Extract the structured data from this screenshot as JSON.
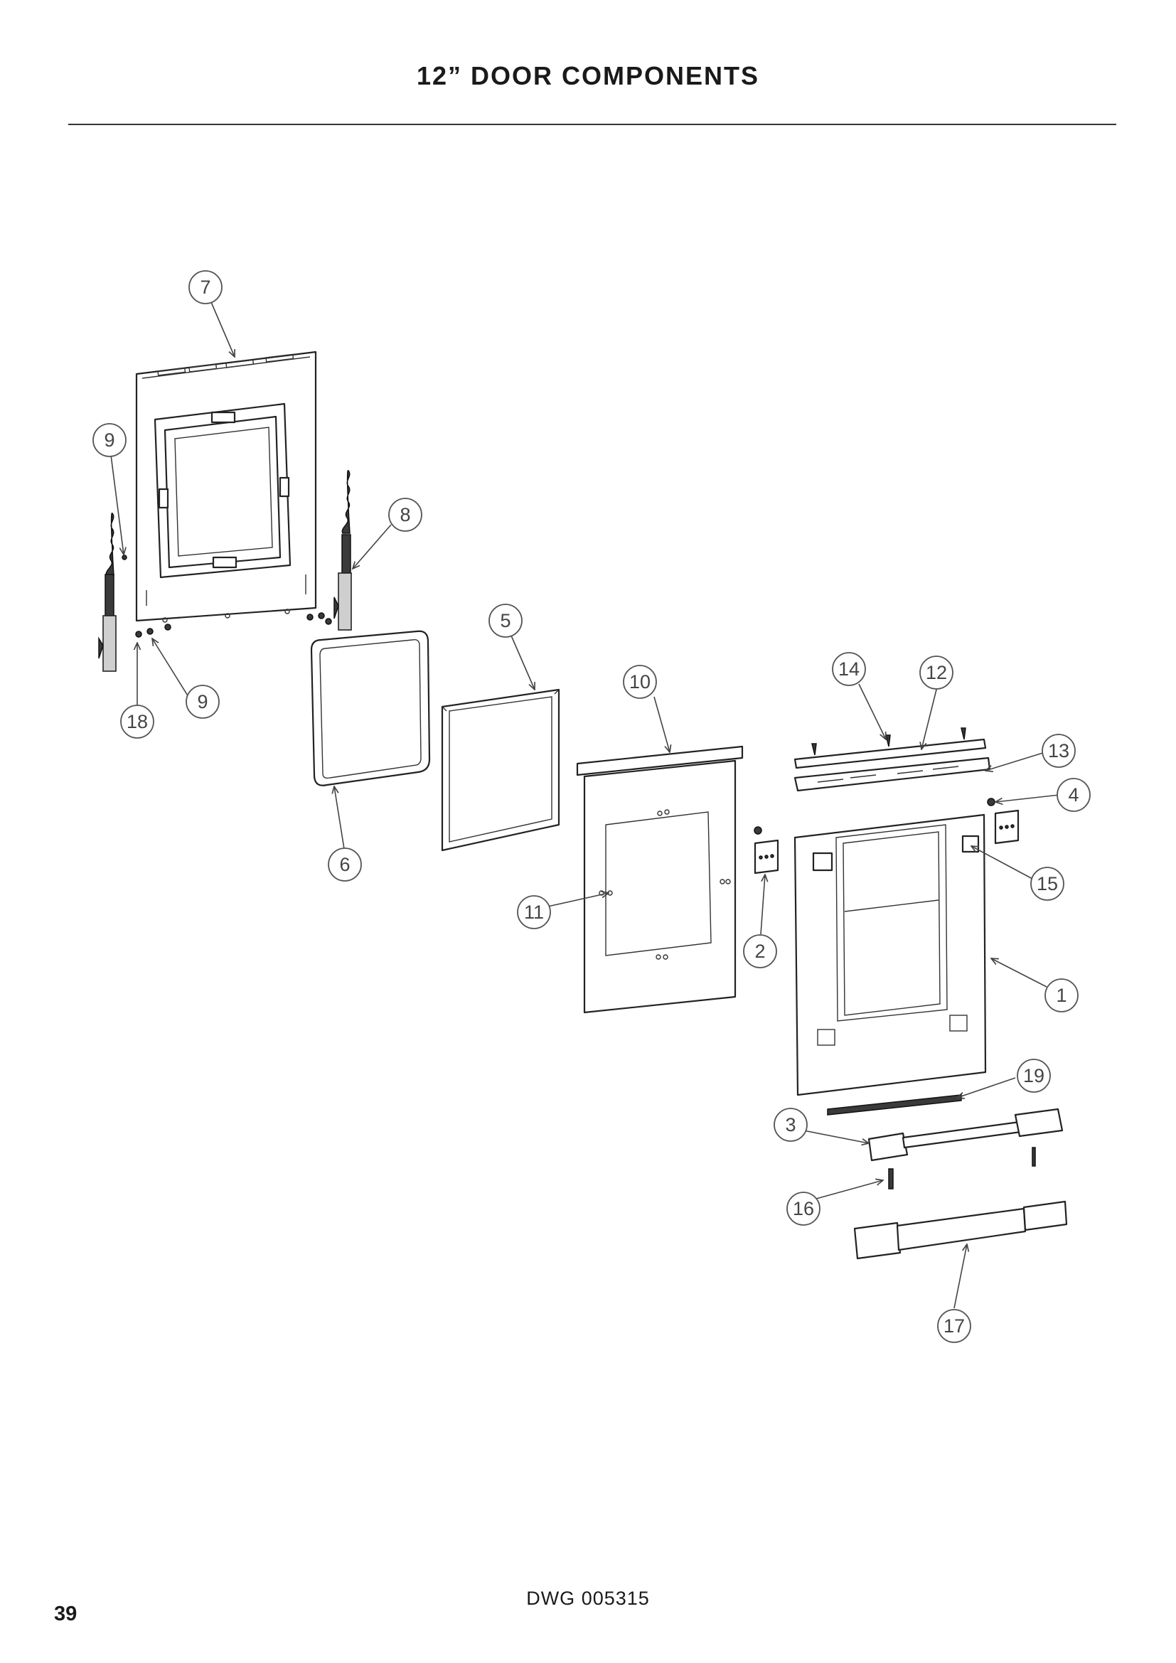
{
  "header": {
    "title": "12” DOOR COMPONENTS"
  },
  "footer": {
    "drawing_number": "DWG 005315",
    "page_number": "39"
  },
  "callouts": [
    {
      "id": "c7",
      "label": "7"
    },
    {
      "id": "c9a",
      "label": "9"
    },
    {
      "id": "c8",
      "label": "8"
    },
    {
      "id": "c9b",
      "label": "9"
    },
    {
      "id": "c18",
      "label": "18"
    },
    {
      "id": "c5",
      "label": "5"
    },
    {
      "id": "c6",
      "label": "6"
    },
    {
      "id": "c10",
      "label": "10"
    },
    {
      "id": "c11",
      "label": "11"
    },
    {
      "id": "c14",
      "label": "14"
    },
    {
      "id": "c12",
      "label": "12"
    },
    {
      "id": "c13",
      "label": "13"
    },
    {
      "id": "c4",
      "label": "4"
    },
    {
      "id": "c2",
      "label": "2"
    },
    {
      "id": "c15",
      "label": "15"
    },
    {
      "id": "c1",
      "label": "1"
    },
    {
      "id": "c19",
      "label": "19"
    },
    {
      "id": "c3",
      "label": "3"
    },
    {
      "id": "c16",
      "label": "16"
    },
    {
      "id": "c17",
      "label": "17"
    }
  ]
}
